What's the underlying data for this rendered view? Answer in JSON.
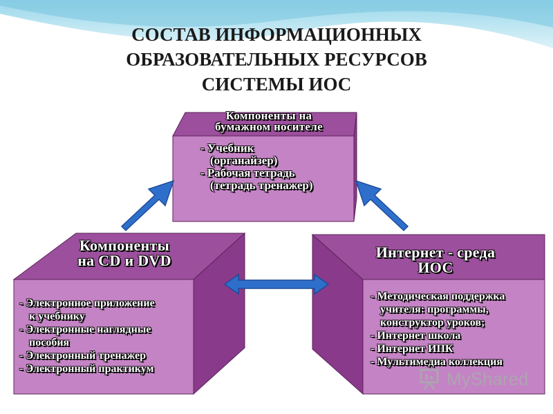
{
  "title": {
    "line1": "СОСТАВ ИНФОРМАЦИОННЫХ",
    "line2": "ОБРАЗОВАТЕЛЬНЫХ РЕСУРСОВ",
    "line3": "СИСТЕМЫ ИОС"
  },
  "boxes": {
    "top": {
      "title_lines": [
        "Компоненты на",
        "бумажном носителе"
      ],
      "items": [
        "- Учебник",
        "(органайзер)",
        "- Рабочая тетрадь",
        "(тетрадь тренажер)"
      ]
    },
    "left": {
      "title_lines": [
        "Компоненты",
        "на CD и DVD"
      ],
      "items": [
        "- Электронное приложение",
        "к учебнику",
        "- Электронные наглядные",
        "пособия",
        "- Электронный тренажер",
        "- Электронный практикум"
      ]
    },
    "right": {
      "title_lines": [
        "Интернет - среда",
        "ИОС"
      ],
      "items": [
        "- Методическая поддержка",
        "учителя: программы,",
        "конструктор уроков;",
        "- Интернет школа",
        "- Интернет ИПК",
        "- Мультимедиа коллекция"
      ]
    }
  },
  "watermark": {
    "text": "MyShared"
  },
  "colors": {
    "box_front": "#c27fc2",
    "box_top": "#9c4f9c",
    "box_side": "#8e3f8e",
    "arrow": "#2f6fcc",
    "header_wave": "#7ec8e0"
  },
  "icons": {
    "arrow_left_up": "arrow-up-right-icon",
    "arrow_right_up": "arrow-up-left-icon",
    "arrow_horizontal": "double-arrow-icon",
    "watermark": "presentation-board-icon"
  }
}
